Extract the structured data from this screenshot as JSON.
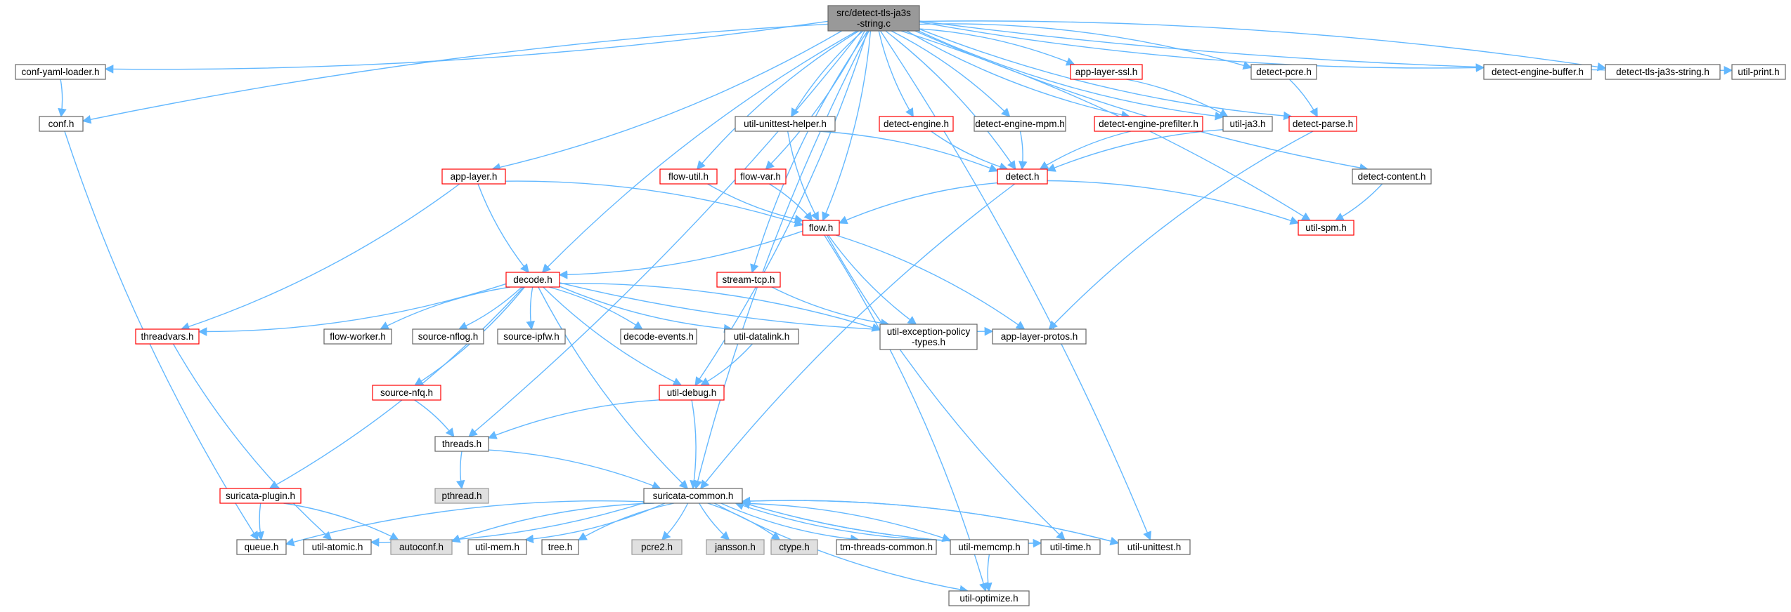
{
  "colors": {
    "edge": "#63b8ff",
    "root_fill": "#999999",
    "normal_border": "#666666",
    "truncated_border": "#ff0000",
    "system_fill": "#e0e0e0",
    "system_border": "#999999"
  },
  "nodes": {
    "root": {
      "label": [
        "src/detect-tls-ja3s",
        "-string.c"
      ],
      "style": "root"
    },
    "conf_yaml_loader": {
      "label": [
        "conf-yaml-loader.h"
      ],
      "style": "normal"
    },
    "conf": {
      "label": [
        "conf.h"
      ],
      "style": "normal"
    },
    "app_layer": {
      "label": [
        "app-layer.h"
      ],
      "style": "truncated"
    },
    "util_unittest_helper": {
      "label": [
        "util-unittest-helper.h"
      ],
      "style": "normal"
    },
    "flow_util": {
      "label": [
        "flow-util.h"
      ],
      "style": "truncated"
    },
    "flow_var": {
      "label": [
        "flow-var.h"
      ],
      "style": "truncated"
    },
    "detect_engine": {
      "label": [
        "detect-engine.h"
      ],
      "style": "truncated"
    },
    "detect_engine_mpm": {
      "label": [
        "detect-engine-mpm.h"
      ],
      "style": "normal"
    },
    "detect_engine_prefilter": {
      "label": [
        "detect-engine-prefilter.h"
      ],
      "style": "truncated"
    },
    "app_layer_ssl": {
      "label": [
        "app-layer-ssl.h"
      ],
      "style": "truncated"
    },
    "util_ja3": {
      "label": [
        "util-ja3.h"
      ],
      "style": "normal"
    },
    "detect_pcre": {
      "label": [
        "detect-pcre.h"
      ],
      "style": "normal"
    },
    "detect_parse": {
      "label": [
        "detect-parse.h"
      ],
      "style": "truncated"
    },
    "detect_content": {
      "label": [
        "detect-content.h"
      ],
      "style": "normal"
    },
    "detect_engine_buffer": {
      "label": [
        "detect-engine-buffer.h"
      ],
      "style": "normal"
    },
    "detect_tls_ja3s_string": {
      "label": [
        "detect-tls-ja3s-string.h"
      ],
      "style": "normal"
    },
    "util_print": {
      "label": [
        "util-print.h"
      ],
      "style": "normal"
    },
    "detect": {
      "label": [
        "detect.h"
      ],
      "style": "truncated"
    },
    "flow": {
      "label": [
        "flow.h"
      ],
      "style": "truncated"
    },
    "util_spm": {
      "label": [
        "util-spm.h"
      ],
      "style": "truncated"
    },
    "decode": {
      "label": [
        "decode.h"
      ],
      "style": "truncated"
    },
    "stream_tcp": {
      "label": [
        "stream-tcp.h"
      ],
      "style": "truncated"
    },
    "threadvars": {
      "label": [
        "threadvars.h"
      ],
      "style": "truncated"
    },
    "flow_worker": {
      "label": [
        "flow-worker.h"
      ],
      "style": "normal"
    },
    "source_nflog": {
      "label": [
        "source-nflog.h"
      ],
      "style": "normal"
    },
    "source_ipfw": {
      "label": [
        "source-ipfw.h"
      ],
      "style": "normal"
    },
    "decode_events": {
      "label": [
        "decode-events.h"
      ],
      "style": "normal"
    },
    "util_datalink": {
      "label": [
        "util-datalink.h"
      ],
      "style": "normal"
    },
    "util_exception_policy_types": {
      "label": [
        "util-exception-policy",
        "-types.h"
      ],
      "style": "normal"
    },
    "app_layer_protos": {
      "label": [
        "app-layer-protos.h"
      ],
      "style": "normal"
    },
    "source_nfq": {
      "label": [
        "source-nfq.h"
      ],
      "style": "truncated"
    },
    "util_debug": {
      "label": [
        "util-debug.h"
      ],
      "style": "truncated"
    },
    "threads": {
      "label": [
        "threads.h"
      ],
      "style": "normal"
    },
    "pthread": {
      "label": [
        "pthread.h"
      ],
      "style": "system"
    },
    "suricata_plugin": {
      "label": [
        "suricata-plugin.h"
      ],
      "style": "truncated"
    },
    "suricata_common": {
      "label": [
        "suricata-common.h"
      ],
      "style": "normal"
    },
    "queue": {
      "label": [
        "queue.h"
      ],
      "style": "normal"
    },
    "util_atomic": {
      "label": [
        "util-atomic.h"
      ],
      "style": "normal"
    },
    "autoconf": {
      "label": [
        "autoconf.h"
      ],
      "style": "system"
    },
    "util_mem": {
      "label": [
        "util-mem.h"
      ],
      "style": "normal"
    },
    "tree": {
      "label": [
        "tree.h"
      ],
      "style": "normal"
    },
    "pcre2": {
      "label": [
        "pcre2.h"
      ],
      "style": "system"
    },
    "jansson": {
      "label": [
        "jansson.h"
      ],
      "style": "system"
    },
    "ctype": {
      "label": [
        "ctype.h"
      ],
      "style": "system"
    },
    "tm_threads_common": {
      "label": [
        "tm-threads-common.h"
      ],
      "style": "normal"
    },
    "util_memcmp": {
      "label": [
        "util-memcmp.h"
      ],
      "style": "normal"
    },
    "util_time": {
      "label": [
        "util-time.h"
      ],
      "style": "normal"
    },
    "util_unittest": {
      "label": [
        "util-unittest.h"
      ],
      "style": "normal"
    },
    "util_optimize": {
      "label": [
        "util-optimize.h"
      ],
      "style": "normal"
    }
  },
  "edges": [
    [
      "root",
      "conf_yaml_loader"
    ],
    [
      "root",
      "conf"
    ],
    [
      "root",
      "app_layer"
    ],
    [
      "root",
      "decode"
    ],
    [
      "root",
      "threads"
    ],
    [
      "root",
      "suricata_common"
    ],
    [
      "root",
      "util_debug"
    ],
    [
      "root",
      "stream_tcp"
    ],
    [
      "root",
      "flow"
    ],
    [
      "root",
      "flow_util"
    ],
    [
      "root",
      "flow_var"
    ],
    [
      "root",
      "util_unittest_helper"
    ],
    [
      "root",
      "detect"
    ],
    [
      "root",
      "detect_engine"
    ],
    [
      "root",
      "detect_engine_mpm"
    ],
    [
      "root",
      "detect_engine_prefilter"
    ],
    [
      "root",
      "app_layer_ssl"
    ],
    [
      "root",
      "util_ja3"
    ],
    [
      "root",
      "detect_pcre"
    ],
    [
      "root",
      "detect_parse"
    ],
    [
      "root",
      "util_spm"
    ],
    [
      "root",
      "detect_content"
    ],
    [
      "root",
      "util_unittest"
    ],
    [
      "root",
      "detect_engine_buffer"
    ],
    [
      "root",
      "detect_tls_ja3s_string"
    ],
    [
      "root",
      "util_print"
    ],
    [
      "conf_yaml_loader",
      "conf"
    ],
    [
      "conf",
      "queue"
    ],
    [
      "app_layer",
      "flow"
    ],
    [
      "app_layer",
      "decode"
    ],
    [
      "app_layer",
      "threadvars"
    ],
    [
      "util_unittest_helper",
      "flow"
    ],
    [
      "util_unittest_helper",
      "detect"
    ],
    [
      "flow_util",
      "flow"
    ],
    [
      "flow_var",
      "flow"
    ],
    [
      "detect_engine",
      "detect"
    ],
    [
      "detect_engine_mpm",
      "detect"
    ],
    [
      "detect_engine_prefilter",
      "detect"
    ],
    [
      "app_layer_ssl",
      "util_ja3"
    ],
    [
      "util_ja3",
      "detect"
    ],
    [
      "detect_pcre",
      "detect_parse"
    ],
    [
      "detect_parse",
      "app_layer_protos"
    ],
    [
      "detect_content",
      "util_spm"
    ],
    [
      "detect",
      "flow"
    ],
    [
      "detect",
      "util_spm"
    ],
    [
      "detect",
      "suricata_common"
    ],
    [
      "flow",
      "decode"
    ],
    [
      "flow",
      "util_exception_policy_types"
    ],
    [
      "flow",
      "app_layer_protos"
    ],
    [
      "flow",
      "util_time"
    ],
    [
      "flow",
      "util_optimize"
    ],
    [
      "stream_tcp",
      "util_exception_policy_types"
    ],
    [
      "decode",
      "threadvars"
    ],
    [
      "decode",
      "flow_worker"
    ],
    [
      "decode",
      "source_nflog"
    ],
    [
      "decode",
      "source_ipfw"
    ],
    [
      "decode",
      "decode_events"
    ],
    [
      "decode",
      "util_datalink"
    ],
    [
      "decode",
      "util_exception_policy_types"
    ],
    [
      "decode",
      "app_layer_protos"
    ],
    [
      "decode",
      "source_nfq"
    ],
    [
      "decode",
      "util_debug"
    ],
    [
      "decode",
      "suricata_plugin"
    ],
    [
      "decode",
      "suricata_common"
    ],
    [
      "util_datalink",
      "util_debug"
    ],
    [
      "threadvars",
      "util_atomic"
    ],
    [
      "source_nfq",
      "threads"
    ],
    [
      "util_debug",
      "threads"
    ],
    [
      "util_debug",
      "suricata_common"
    ],
    [
      "threads",
      "pthread"
    ],
    [
      "threads",
      "suricata_common"
    ],
    [
      "suricata_plugin",
      "queue"
    ],
    [
      "suricata_plugin",
      "autoconf"
    ],
    [
      "suricata_common",
      "queue"
    ],
    [
      "suricata_common",
      "util_atomic"
    ],
    [
      "suricata_common",
      "autoconf"
    ],
    [
      "suricata_common",
      "util_mem"
    ],
    [
      "suricata_common",
      "tree"
    ],
    [
      "suricata_common",
      "pcre2"
    ],
    [
      "suricata_common",
      "jansson"
    ],
    [
      "suricata_common",
      "ctype"
    ],
    [
      "suricata_common",
      "tm_threads_common"
    ],
    [
      "suricata_common",
      "util_memcmp"
    ],
    [
      "suricata_common",
      "util_time"
    ],
    [
      "suricata_common",
      "util_unittest"
    ],
    [
      "suricata_common",
      "util_optimize"
    ],
    [
      "util_memcmp",
      "suricata_common"
    ],
    [
      "util_memcmp",
      "util_optimize"
    ],
    [
      "util_time",
      "suricata_common"
    ],
    [
      "util_unittest",
      "suricata_common"
    ]
  ]
}
